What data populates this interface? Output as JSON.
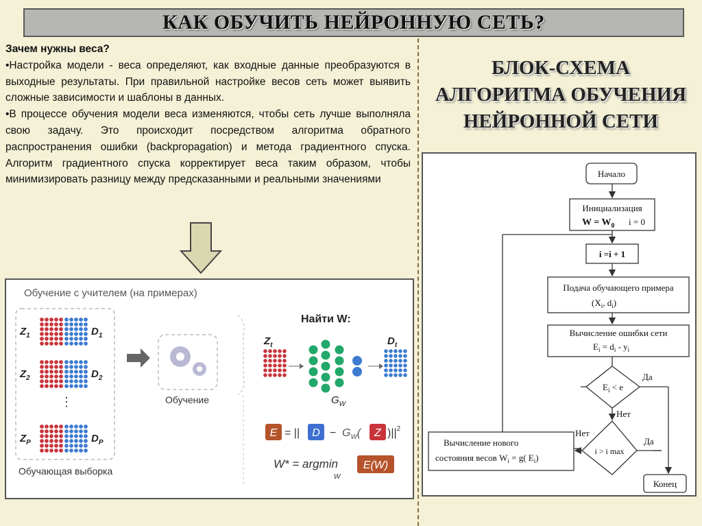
{
  "title": "КАК ОБУЧИТЬ НЕЙРОННУЮ СЕТЬ?",
  "left": {
    "question": "Зачем нужны веса?",
    "paragraph1": "•Настройка модели - веса определяют, как входные данные преобразуются в выходные результаты. При правильной настройке весов сеть может выявить сложные зависимости и шаблоны в данных.",
    "paragraph2": "•В процессе обучения модели веса изменяются, чтобы сеть лучше выполняла свою задачу. Это происходит посредством алгоритма обратного распространения ошибки (backpropagation) и метода градиентного спуска. Алгоритм градиентного спуска корректирует веса таким образом, чтобы минимизировать разницу между предсказанными и реальными значениями"
  },
  "right_title": [
    "БЛОК-СХЕМА",
    "АЛГОРИТМА ОБУЧЕНИЯ",
    "НЕЙРОННОЙ СЕТИ"
  ],
  "diagram": {
    "header": "Обучение с учителем (на примерах)",
    "pairs": [
      {
        "z": "Z",
        "zs": "1",
        "d": "D",
        "ds": "1"
      },
      {
        "z": "Z",
        "zs": "2",
        "d": "D",
        "ds": "2"
      },
      {
        "z": "Z",
        "zs": "P",
        "d": "D",
        "ds": "P"
      }
    ],
    "dots": "⋮",
    "sample_label": "Обучающая выборка",
    "training_label": "Обучение",
    "find_label": "Найти W:",
    "zt": "Z",
    "zt_sub": "t",
    "dt": "D",
    "dt_sub": "t",
    "gw": "G",
    "gw_sub": "W",
    "formula1": {
      "e": "E",
      "eq": "= ||",
      "d": "D",
      "minus": "−",
      "g": "G",
      "gsub": "W",
      "z": "Z",
      "tail": ")||",
      "sup": "2"
    },
    "formula2": {
      "lhs": "W* = argmin",
      "sub": "W",
      "ew": "E(W)"
    },
    "colors": {
      "red": "#c8343a",
      "blue": "#3c7bd0",
      "green": "#22a86a",
      "orange_box": "#b5532a",
      "blue_box": "#3c6fd0"
    }
  },
  "flow": {
    "start": "Начало",
    "init_line1": "Инициализация",
    "init_w": "W = W",
    "init_w_sub": "0",
    "init_i": "i = 0",
    "incr": "i =i + 1",
    "feed_line1": "Подача обучающего примера",
    "feed_line2": "(X",
    "feed_sub_i": "i",
    "feed_comma": ", d",
    "feed_sub_i2": "i",
    "feed_close": ")",
    "err_line1": "Вычисление ошибки сети",
    "err_e": "E",
    "err_rest": "= d",
    "err_sub": "i",
    "err_eq": "i",
    "err_minus": "- y",
    "err_yi": "i",
    "cond1_a": "E",
    "cond1_sub": "i",
    "cond1_b": "< e",
    "yes1": "Да",
    "no1": "Нет",
    "cond2": "i > i max",
    "yes2": "Да",
    "no2": "Нет",
    "state_line1": "Вычисление нового",
    "state_line2": "состояния весов W",
    "state_sub": "i",
    "state_tail": "= g( E",
    "state_sub2": "i",
    "state_close": ")",
    "end": "Конец"
  }
}
